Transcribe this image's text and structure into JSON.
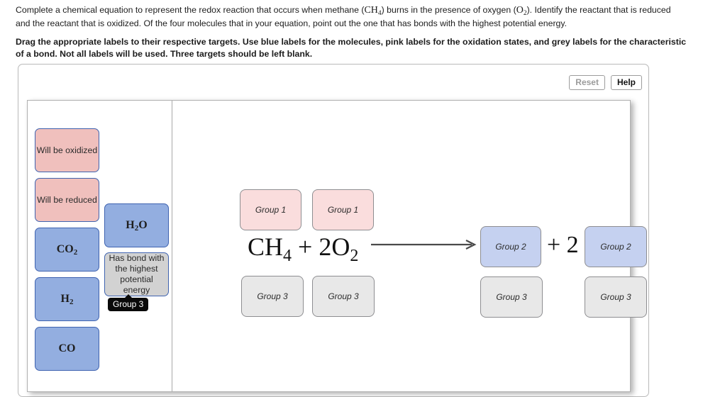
{
  "instructions": {
    "paragraph1_part1": "Complete a chemical equation to represent the redox reaction that occurs when methane (",
    "paragraph1_formula1": "CH",
    "paragraph1_formula1_sub": "4",
    "paragraph1_part2": ") burns in the presence of oxygen (",
    "paragraph1_formula2": "O",
    "paragraph1_formula2_sub": "2",
    "paragraph1_part3": "). Identify the reactant that is reduced and the reactant that is oxidized. Of the four molecules that in your equation, point out the one that has bonds with the highest potential energy.",
    "paragraph2": "Drag the appropriate labels to their respective targets. Use blue labels for the molecules, pink labels for the oxidation states, and grey labels for the characteristic of a bond. Not all labels will be used. Three targets should be left blank."
  },
  "toolbar": {
    "reset_label": "Reset",
    "help_label": "Help"
  },
  "label_bank": {
    "items": [
      {
        "id": "oxidized",
        "text": "Will be oxidized",
        "color": "pink"
      },
      {
        "id": "reduced",
        "text": "Will be reduced",
        "color": "pink"
      },
      {
        "id": "co2",
        "formula": "CO",
        "sub": "2",
        "color": "blue"
      },
      {
        "id": "h2",
        "formula": "H",
        "sub": "2",
        "color": "blue"
      },
      {
        "id": "co",
        "formula": "CO",
        "sub": "",
        "color": "blue"
      },
      {
        "id": "h2o",
        "formula": "H",
        "sub": "2",
        "suffix": "O",
        "color": "blue"
      },
      {
        "id": "highest-bond",
        "text": "Has bond with the highest potential energy",
        "color": "grey"
      }
    ],
    "oxidized_text": "Will be oxidized",
    "reduced_text": "Will be reduced",
    "co2_main": "CO",
    "co2_sub": "2",
    "h2_main": "H",
    "h2_sub": "2",
    "co_main": "CO",
    "h2o_main": "H",
    "h2o_sub": "2",
    "h2o_suffix": "O",
    "highest_bond_text": "Has bond with the highest potential energy",
    "tooltip_text": "Group 3"
  },
  "equation": {
    "reactants_c": "CH",
    "reactants_c_sub": "4",
    "reactants_mid": " + 2O",
    "reactants_o_sub": "2",
    "plus_two": "+ 2",
    "arrow": "reaction-arrow"
  },
  "drop_targets": {
    "reactant_top_left": "Group 1",
    "reactant_top_right": "Group 1",
    "reactant_bottom_left": "Group 3",
    "reactant_bottom_right": "Group 3",
    "product_top_left": "Group 2",
    "product_top_right": "Group 2",
    "product_bottom_left": "Group 3",
    "product_bottom_right": "Group 3"
  },
  "colors": {
    "pink_label": "#f0c0bd",
    "blue_label": "#93aee0",
    "grey_label": "#d2d2d2",
    "pink_target": "#fadddd",
    "blue_target": "#c5d1f0",
    "grey_target": "#e8e8e8",
    "label_border": "#3f63b0",
    "target_border": "#8e8e91",
    "tooltip_bg": "#0a0a0a"
  }
}
